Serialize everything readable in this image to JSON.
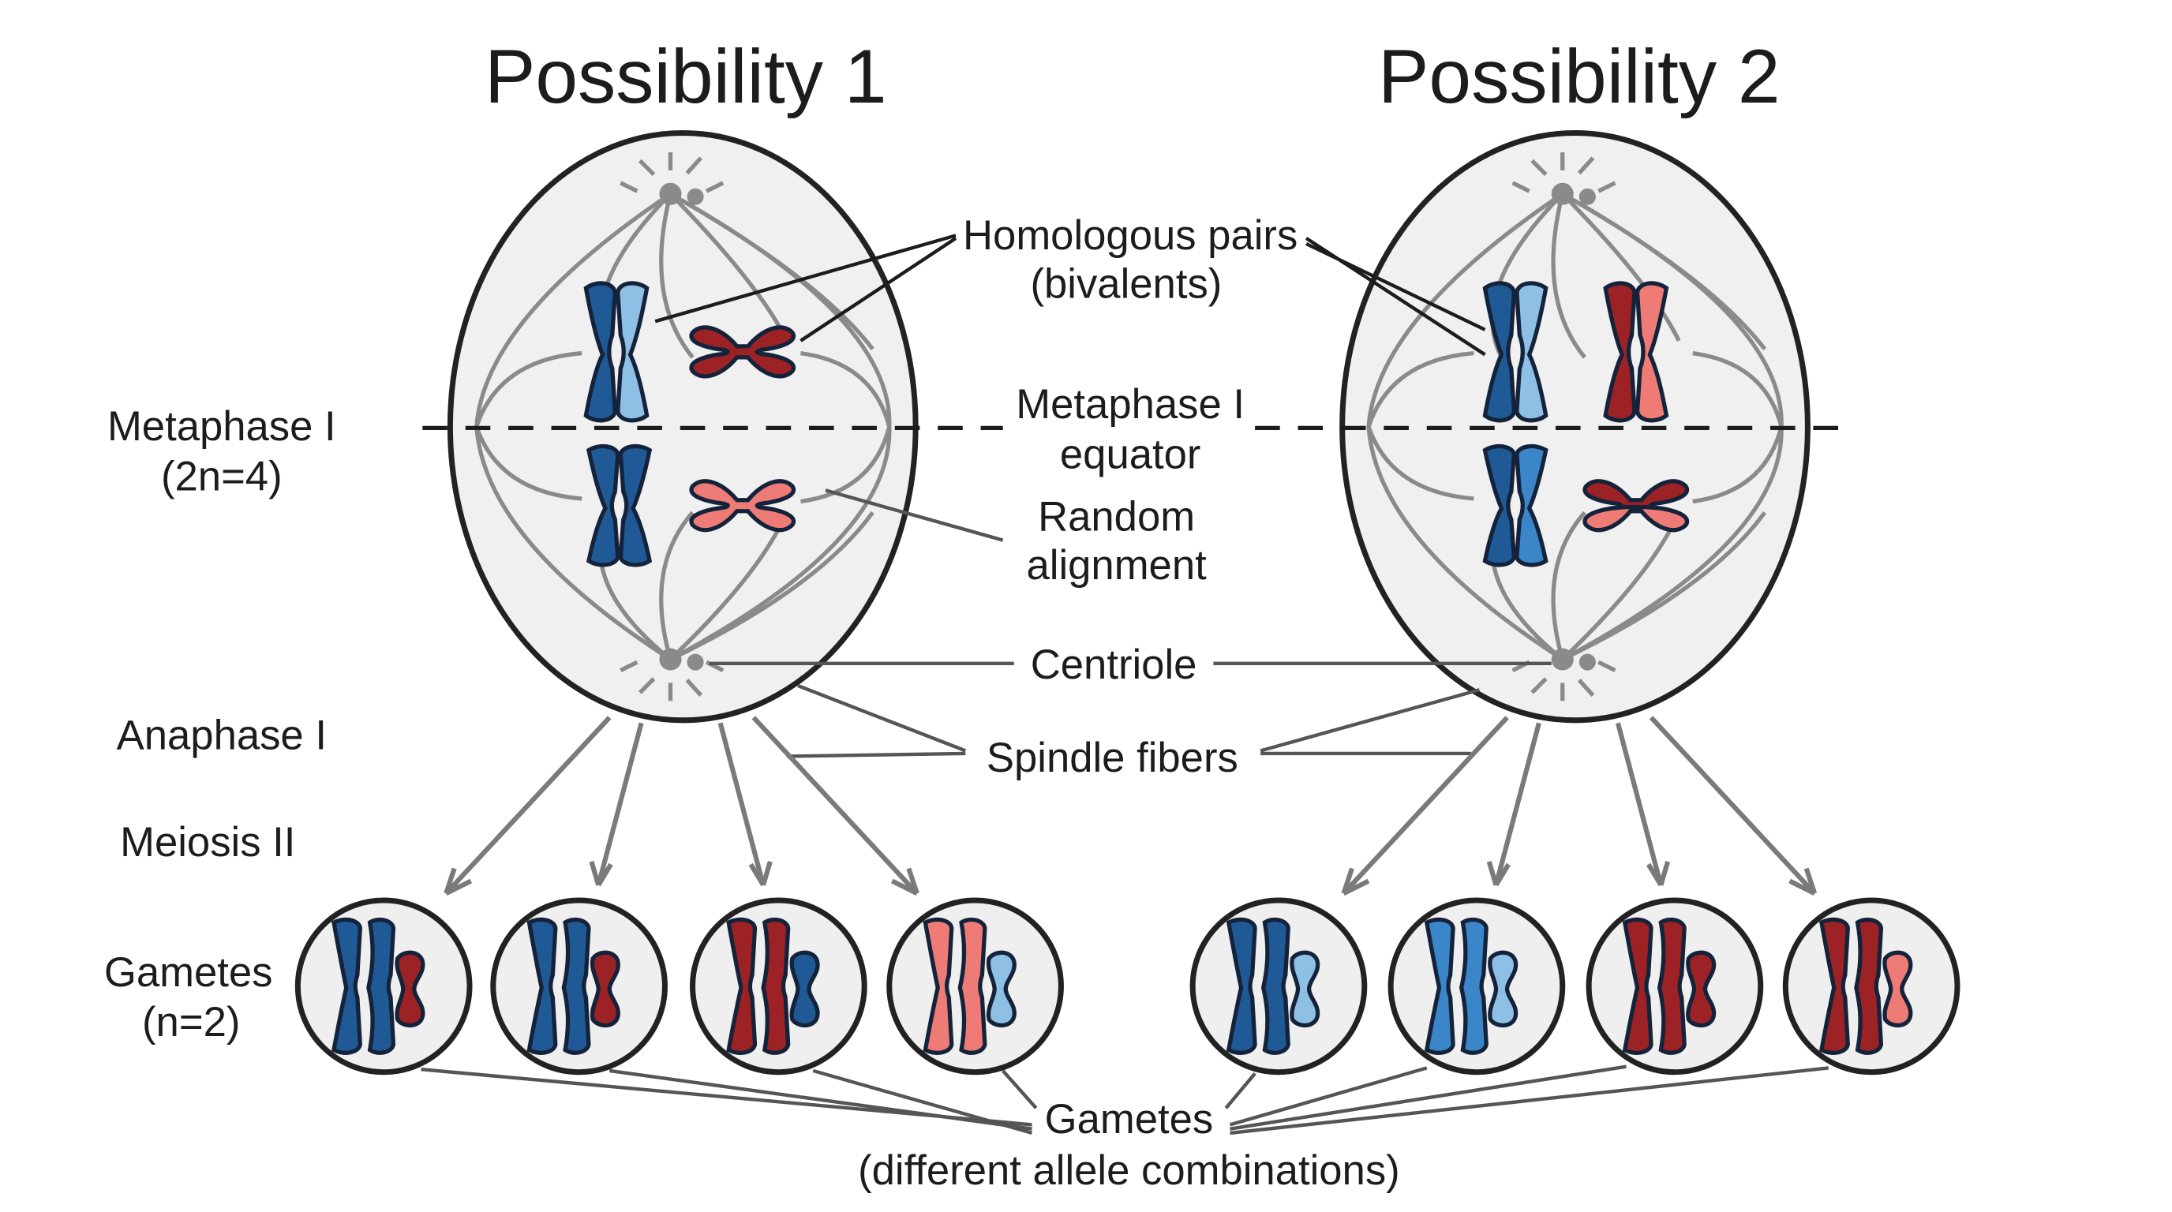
{
  "titles": {
    "possibility_1": "Possibility 1",
    "possibility_2": "Possibility 2"
  },
  "stages": {
    "metaphase": {
      "line1": "Metaphase I",
      "line2": "(2n=4)"
    },
    "anaphase": "Anaphase I",
    "meiosis2": "Meiosis II",
    "gametes": {
      "line1": "Gametes",
      "line2": "(n=2)"
    }
  },
  "callouts": {
    "homologous": {
      "line1": "Homologous pairs",
      "line2": "(bivalents)"
    },
    "equator": {
      "line1": "Metaphase I",
      "line2": "equator"
    },
    "random": {
      "line1": "Random",
      "line2": "alignment"
    },
    "centriole": "Centriole",
    "spindle": "Spindle fibers",
    "gametes_bottom": {
      "line1": "Gametes",
      "line2": "(different allele combinations)"
    }
  },
  "colors": {
    "dark_blue": "#1f5a96",
    "light_blue": "#8ec0e6",
    "mid_blue": "#3a86c8",
    "dark_red": "#9c2226",
    "light_red": "#ee7b76",
    "centriole": "#8a8a8a",
    "cell_fill": "#f0f0f0"
  },
  "cells": [
    {
      "name": "possibility-1",
      "top_pair": [
        {
          "shape": "x-chromosome",
          "halves": [
            "dark_blue",
            "light_blue"
          ]
        },
        {
          "shape": "bowtie-chromosome",
          "halves": [
            "dark_red",
            "dark_red"
          ]
        }
      ],
      "bottom_pair": [
        {
          "shape": "x-chromosome",
          "halves": [
            "dark_blue",
            "dark_blue"
          ]
        },
        {
          "shape": "bowtie-chromosome",
          "halves": [
            "light_red",
            "light_red"
          ]
        }
      ]
    },
    {
      "name": "possibility-2",
      "top_pair": [
        {
          "shape": "x-chromosome",
          "halves": [
            "dark_blue",
            "light_blue"
          ]
        },
        {
          "shape": "x-chromosome",
          "halves": [
            "dark_red",
            "light_red"
          ]
        }
      ],
      "bottom_pair": [
        {
          "shape": "x-chromosome",
          "halves": [
            "dark_blue",
            "dark_blue"
          ]
        },
        {
          "shape": "bowtie-chromosome",
          "halves": [
            "dark_red",
            "light_red"
          ]
        }
      ]
    }
  ],
  "gametes": [
    {
      "large": "dark_blue",
      "small": "dark_red"
    },
    {
      "large": "dark_blue",
      "small": "dark_red"
    },
    {
      "large": "dark_red",
      "small": "dark_blue"
    },
    {
      "large": "light_red",
      "small": "light_blue"
    },
    {
      "large": "dark_blue",
      "small": "light_blue"
    },
    {
      "large": "mid_blue",
      "small": "light_blue"
    },
    {
      "large": "dark_red",
      "small": "dark_red"
    },
    {
      "large": "dark_red",
      "small": "light_red"
    }
  ]
}
